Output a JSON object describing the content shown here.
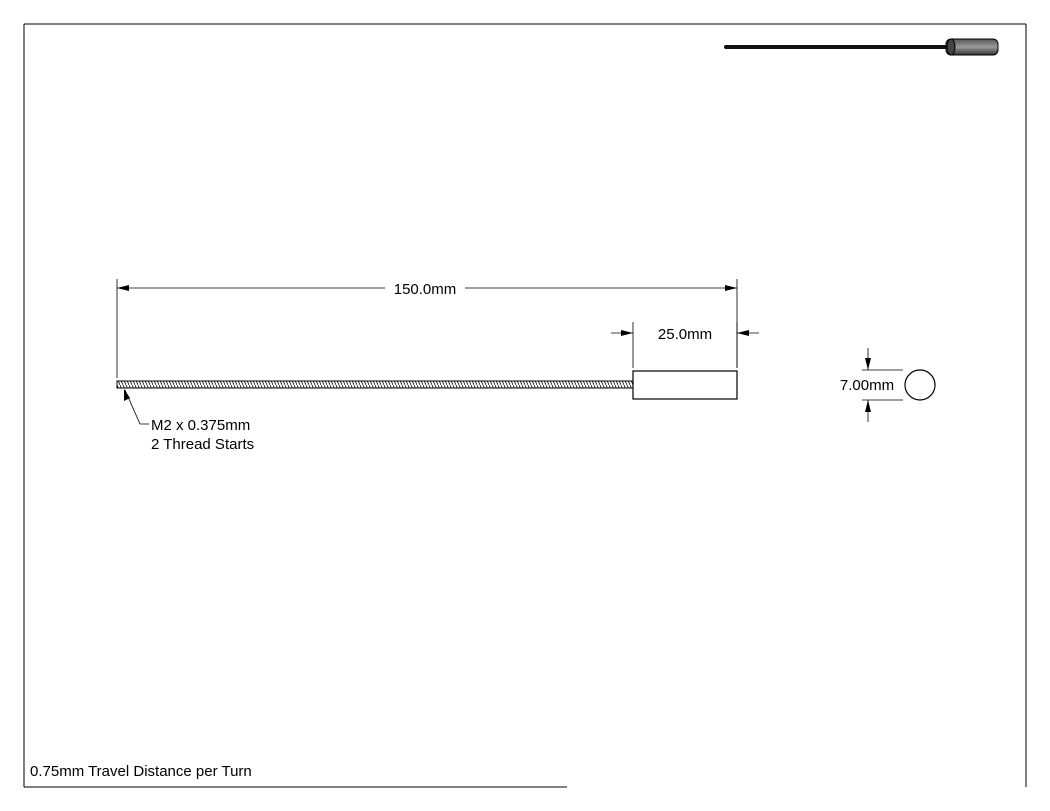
{
  "drawing": {
    "line_color": "#000000",
    "body_fill": "#ffffff",
    "preview_dark": "#111111",
    "preview_mid": "#6b6b6b",
    "dimensions": {
      "overall_length": "150.0mm",
      "knob_length": "25.0mm",
      "knob_diameter": "7.00mm"
    },
    "thread_callout": {
      "line1": "M2 x 0.375mm",
      "line2": "2 Thread Starts"
    },
    "footer_note": "0.75mm Travel Distance per Turn"
  }
}
